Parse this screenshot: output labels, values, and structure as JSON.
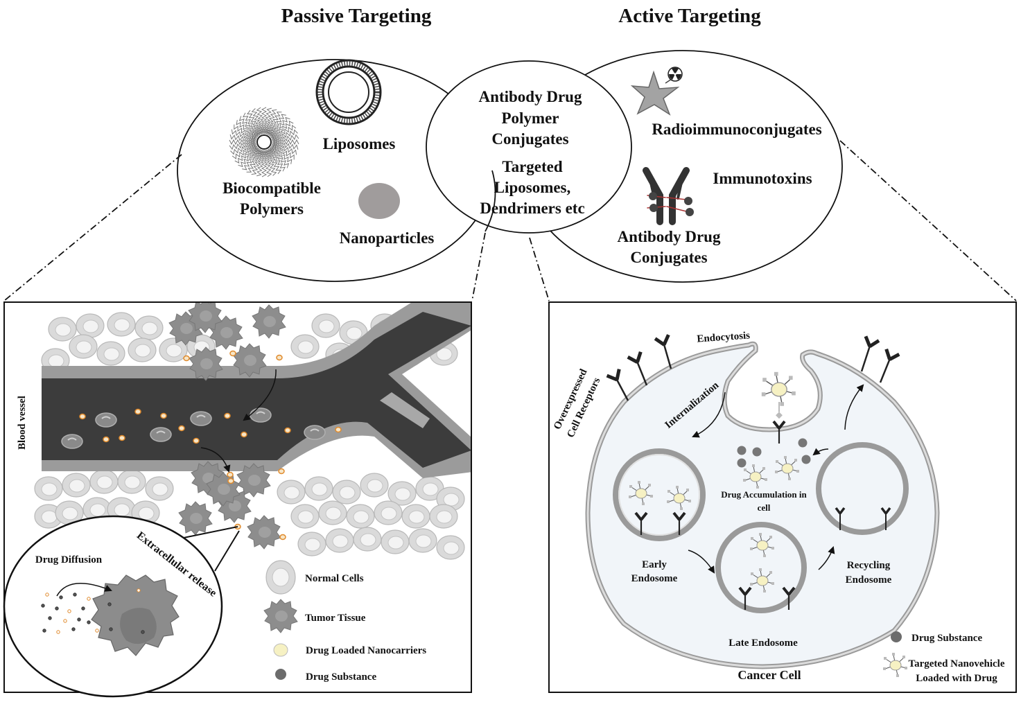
{
  "headings": {
    "passive": "Passive Targeting",
    "active": "Active  Targeting"
  },
  "passive_oval": {
    "biocompatible_line1": "Biocompatible",
    "biocompatible_line2": "Polymers",
    "liposomes": "Liposomes",
    "nanoparticles": "Nanoparticles"
  },
  "overlap": {
    "line1": "Antibody Drug",
    "line2": "Polymer",
    "line3": "Conjugates",
    "line4": "Targeted",
    "line5": "Liposomes,",
    "line6": "Dendrimers etc"
  },
  "active_oval": {
    "radioimmunoconjugates": "Radioimmunoconjugates",
    "immunotoxins": "Immunotoxins",
    "adc_line1": "Antibody Drug",
    "adc_line2": "Conjugates"
  },
  "left_panel": {
    "blood_vessel": "Blood vessel",
    "drug_diffusion": "Drug Diffusion",
    "extracellular_release": "Extracellular release",
    "legend": [
      {
        "label": "Normal Cells"
      },
      {
        "label": "Tumor Tissue"
      },
      {
        "label": "Drug Loaded Nanocarriers"
      },
      {
        "label": "Drug Substance"
      }
    ]
  },
  "right_panel": {
    "endocytosis": "Endocytosis",
    "internalization": "Internalization",
    "receptors_line1": "Overexpressed",
    "receptors_line2": "Cell Receptors",
    "drug_accumulation_line1": "Drug Accumulation in",
    "drug_accumulation_line2": "cell",
    "early_line1": "Early",
    "early_line2": "Endosome",
    "late": "Late Endosome",
    "recycling_line1": "Recycling",
    "recycling_line2": "Endosome",
    "cancer_cell": "Cancer Cell",
    "legend_drug": "Drug Substance",
    "legend_nano_line1": "Targeted Nanovehicle",
    "legend_nano_line2": "Loaded with Drug"
  },
  "colors": {
    "vessel_dark": "#3c3c3c",
    "vessel_wall": "#a8a8a8",
    "tumor": "#8e8e8e",
    "normal_cell": "#e6e6e6",
    "nanocarrier": "#f6f1c3",
    "drug_dot": "#f0a02c",
    "cancer_cell_fill": "#f2f6fa"
  }
}
